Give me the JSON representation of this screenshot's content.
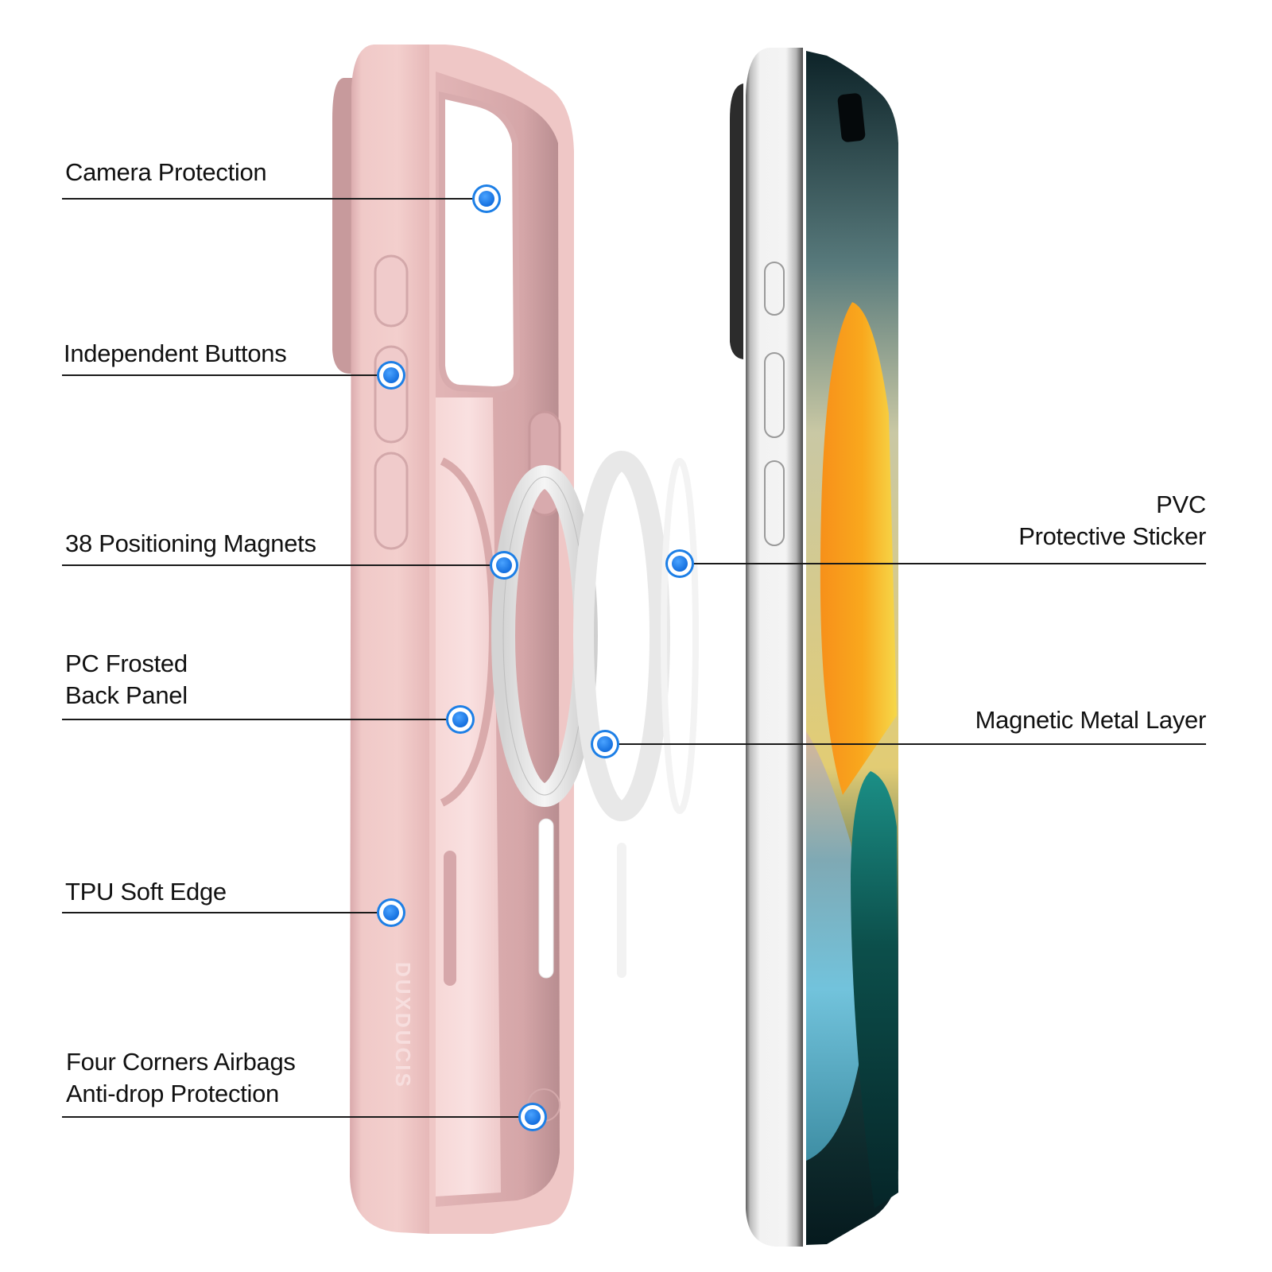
{
  "brand_mark": "DUXDUCIS",
  "colors": {
    "case_pink": "#EBC4C4",
    "case_pink_light": "#F6DCDC",
    "case_inner": "#D9AEB0",
    "ring_gray": "#E4E4E4",
    "phone_frame": "#E9E9E9",
    "screen_dark": "#0E2A2E",
    "wallpaper_orange": "#F7941D",
    "wallpaper_yellow": "#F2D04A",
    "wallpaper_teal": "#0F6A64",
    "wallpaper_blue": "#6FC0DA",
    "callout_dot": "#1D7FE6",
    "label_text": "#111111"
  },
  "callouts_left": [
    {
      "id": "camera-protection",
      "lines": [
        "Camera Protection"
      ],
      "dot": [
        612,
        250
      ]
    },
    {
      "id": "independent-buttons",
      "lines": [
        "Independent Buttons"
      ],
      "dot": [
        492,
        472
      ]
    },
    {
      "id": "positioning-magnets",
      "lines": [
        "38 Positioning Magnets"
      ],
      "dot": [
        634,
        711
      ]
    },
    {
      "id": "pc-frosted-back-panel",
      "lines": [
        "PC Frosted",
        "Back Panel"
      ],
      "dot": [
        579,
        905
      ]
    },
    {
      "id": "tpu-soft-edge",
      "lines": [
        "TPU Soft Edge"
      ],
      "dot": [
        492,
        1148
      ]
    },
    {
      "id": "four-corners-airbags",
      "lines": [
        "Four Corners Airbags",
        "Anti-drop Protection"
      ],
      "dot": [
        670,
        1405
      ]
    }
  ],
  "callouts_right": [
    {
      "id": "pvc-protective-sticker",
      "lines": [
        "PVC",
        "Protective Sticker"
      ],
      "dot": [
        855,
        709
      ]
    },
    {
      "id": "magnetic-metal-layer",
      "lines": [
        "Magnetic Metal Layer"
      ],
      "dot": [
        761,
        936
      ]
    }
  ],
  "labels": {
    "camera_protection": "Camera Protection",
    "independent_buttons": "Independent Buttons",
    "positioning_magnets": "38 Positioning Magnets",
    "pc_frosted_1": "PC Frosted",
    "pc_frosted_2": "Back Panel",
    "tpu_soft_edge": "TPU Soft Edge",
    "airbags_1": "Four Corners Airbags",
    "airbags_2": "Anti-drop Protection",
    "pvc_1": "PVC",
    "pvc_2": "Protective Sticker",
    "magnetic_metal_layer": "Magnetic Metal Layer"
  }
}
